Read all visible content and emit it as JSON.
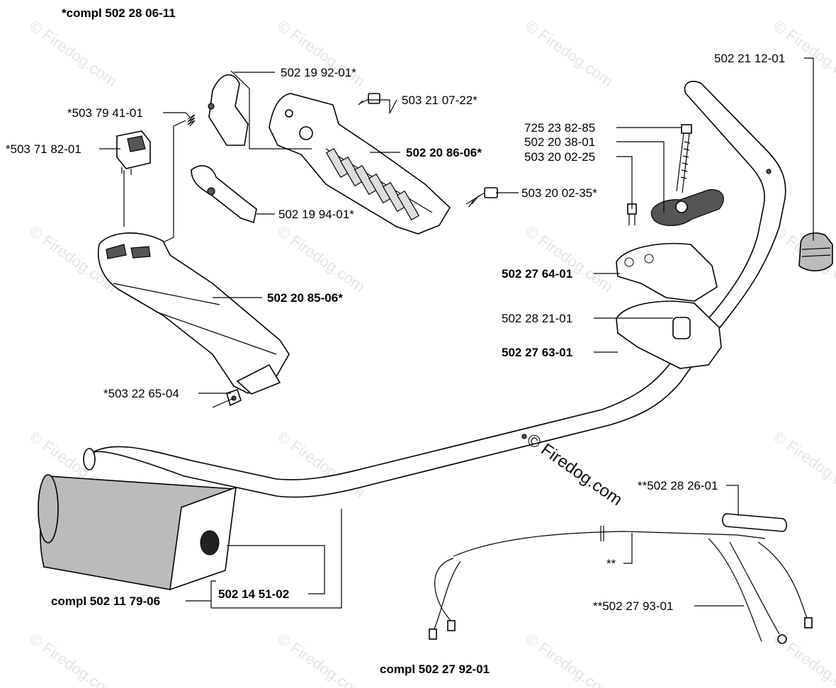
{
  "labels": {
    "assembly_top": "*compl 502 28 06-11",
    "p_502_19_92_01": "502 19 92-01*",
    "p_503_21_07_22": "503 21 07-22*",
    "p_503_79_41_01": "*503 79 41-01",
    "p_503_71_82_01": "*503 71 82-01",
    "p_502_20_86_06": "502 20 86-06*",
    "p_503_20_02_35": "503 20 02-35*",
    "p_502_19_94_01": "502 19 94-01*",
    "p_502_20_85_06": "502 20 85-06*",
    "p_503_22_65_04": "*503 22 65-04",
    "p_502_21_12_01": "502 21 12-01",
    "p_725_23_82_85": "725 23 82-85",
    "p_502_20_38_01": "502 20 38-01",
    "p_503_20_02_25": "503 20 02-25",
    "p_502_27_64_01": "502 27 64-01",
    "p_502_28_21_01": "502 28 21-01",
    "p_502_27_63_01": "502 27 63-01",
    "p_502_28_26_01": "**502 28 26-01",
    "p_double_star": "**",
    "p_502_27_93_01": "**502 27 93-01",
    "p_502_14_51_02": "502 14 51-02",
    "assembly_grip": "compl 502 11 79-06",
    "assembly_bottom": "compl 502 27 92-01"
  },
  "watermark": {
    "text": "© Firedog.com",
    "center_text": "© Firedog.com"
  }
}
